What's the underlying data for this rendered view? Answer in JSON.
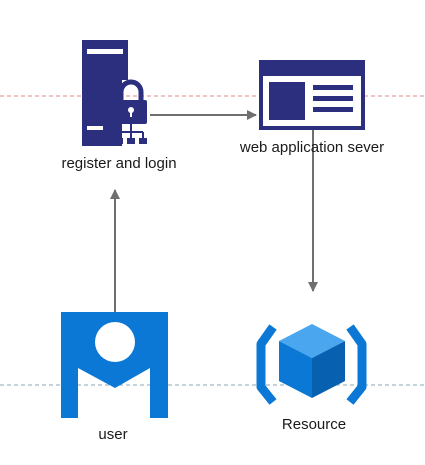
{
  "colors": {
    "server": "#2c2f7e",
    "azure_blue": "#0a78d4",
    "arrow": "#6f6f6f",
    "guide_line": "#e08a8a",
    "guide_line_bottom": "#8aaab5"
  },
  "nodes": {
    "login_server": {
      "label": "register and login",
      "icon": "server-lock-icon"
    },
    "web_server": {
      "label": "web application sever",
      "icon": "web-page-icon"
    },
    "user": {
      "label": "user",
      "icon": "user-icon"
    },
    "resource": {
      "label": "Resource",
      "icon": "cube-resource-icon"
    }
  },
  "edges": [
    {
      "from": "user",
      "to": "login_server"
    },
    {
      "from": "login_server",
      "to": "web_server"
    },
    {
      "from": "web_server",
      "to": "resource"
    }
  ]
}
